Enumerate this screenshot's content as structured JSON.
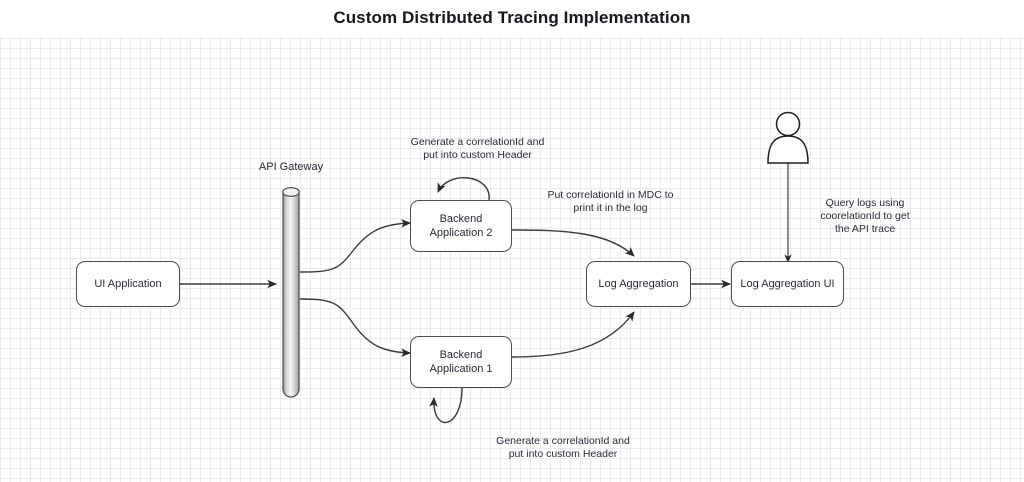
{
  "diagram": {
    "title": "Custom Distributed Tracing Implementation",
    "nodes": {
      "ui_application": "UI Application",
      "api_gateway": "API Gateway",
      "backend_application_2": "Backend\nApplication 2",
      "backend_application_1": "Backend\nApplication 1",
      "log_aggregation": "Log Aggregation",
      "log_aggregation_ui": "Log Aggregation UI"
    },
    "notes": {
      "generate_correlation_top": "Generate a correlationId and\nput into custom Header",
      "put_correlation_mdc": "Put correlationId in MDC to\nprint it in the log",
      "query_logs": "Query logs using\ncoorelationId to get\nthe API trace",
      "generate_correlation_bottom": "Generate a correlationId and\nput into custom Header"
    },
    "colors": {
      "node_border": "#4d4d4d",
      "node_fill": "#ffffff",
      "edge": "#3b3b3b",
      "text": "#2a2a3a",
      "title": "#16161c",
      "grid_minor": "#ebebeb",
      "grid_major": "#d8d8d8",
      "canvas": "#ffffff"
    }
  }
}
